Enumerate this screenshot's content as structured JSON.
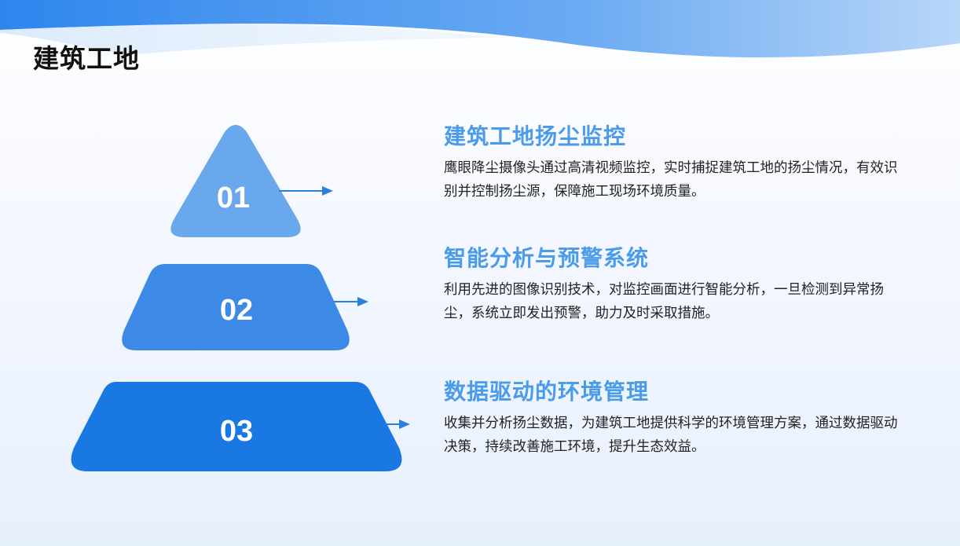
{
  "header": {
    "title": "建筑工地"
  },
  "items": [
    {
      "number": "01",
      "title": "建筑工地扬尘监控",
      "description": "鹰眼降尘摄像头通过高清视频监控，实时捕捉建筑工地的扬尘情况，有效识别并控制扬尘源，保障施工现场环境质量。"
    },
    {
      "number": "02",
      "title": "智能分析与预警系统",
      "description": "利用先进的图像识别技术，对监控画面进行智能分析，一旦检测到异常扬尘，系统立即发出预警，助力及时采取措施。"
    },
    {
      "number": "03",
      "title": "数据驱动的环境管理",
      "description": "收集并分析扬尘数据，为建筑工地提供科学的环境管理方案，通过数据驱动决策，持续改善施工环境，提升生态效益。"
    }
  ],
  "colors": {
    "tier1": "#6aa8ee",
    "tier2": "#3d8ae6",
    "tier3": "#1a78e2",
    "accent": "#4a9bea",
    "arrow": "#2a7fd8"
  }
}
